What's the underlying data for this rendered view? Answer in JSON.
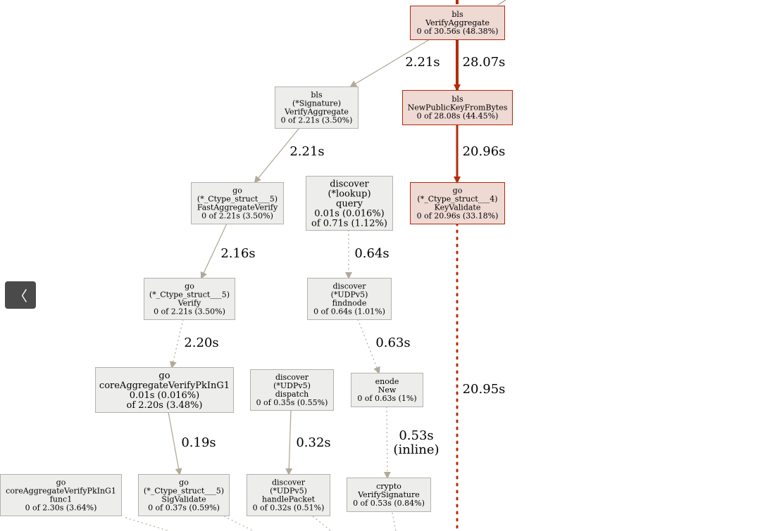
{
  "colors": {
    "hot_fill": "#eed9d3",
    "hot_stroke": "#b2290c",
    "cold_fill": "#ededec",
    "cold_stroke": "#b2b2aa",
    "edge_hot": "#b22c0b",
    "edge_cold": "#b2aa99"
  },
  "collapse_button": {
    "icon": "chevron-left-icon",
    "glyph": "〈"
  },
  "nodes": [
    {
      "id": "bls_VerifyAggregate",
      "lines": [
        "bls",
        "VerifyAggregate",
        "0 of 30.56s (48.38%)"
      ],
      "hot": true
    },
    {
      "id": "bls_Signature_VerifyAggregate",
      "lines": [
        "bls",
        "(*Signature)",
        "VerifyAggregate",
        "0 of 2.21s (3.50%)"
      ],
      "hot": false
    },
    {
      "id": "bls_NewPublicKeyFromBytes",
      "lines": [
        "bls",
        "NewPublicKeyFromBytes",
        "0 of 28.08s (44.45%)"
      ],
      "hot": true
    },
    {
      "id": "go_FastAggregateVerify",
      "lines": [
        "go",
        "(*_Ctype_struct___5)",
        "FastAggregateVerify",
        "0 of 2.21s (3.50%)"
      ],
      "hot": false
    },
    {
      "id": "discover_lookup_query",
      "lines": [
        "discover",
        "(*lookup)",
        "query",
        "0.01s (0.016%)",
        "of 0.71s (1.12%)"
      ],
      "hot": false
    },
    {
      "id": "go_KeyValidate",
      "lines": [
        "go",
        "(*_Ctype_struct___4)",
        "KeyValidate",
        "0 of 20.96s (33.18%)"
      ],
      "hot": true
    },
    {
      "id": "go_Verify",
      "lines": [
        "go",
        "(*_Ctype_struct___5)",
        "Verify",
        "0 of 2.21s (3.50%)"
      ],
      "hot": false
    },
    {
      "id": "discover_findnode",
      "lines": [
        "discover",
        "(*UDPv5)",
        "findnode",
        "0 of 0.64s (1.01%)"
      ],
      "hot": false
    },
    {
      "id": "go_coreAggregateVerifyPkInG1",
      "lines": [
        "go",
        "coreAggregateVerifyPkInG1",
        "0.01s (0.016%)",
        "of 2.20s (3.48%)"
      ],
      "hot": false
    },
    {
      "id": "discover_dispatch",
      "lines": [
        "discover",
        "(*UDPv5)",
        "dispatch",
        "0 of 0.35s (0.55%)"
      ],
      "hot": false
    },
    {
      "id": "enode_New",
      "lines": [
        "enode",
        "New",
        "0 of 0.63s (1%)"
      ],
      "hot": false
    },
    {
      "id": "go_coreAggregateVerifyPkInG1_func1",
      "lines": [
        "go",
        "coreAggregateVerifyPkInG1",
        "func1",
        "0 of 2.30s (3.64%)"
      ],
      "hot": false
    },
    {
      "id": "go_SigValidate",
      "lines": [
        "go",
        "(*_Ctype_struct___5)",
        "SigValidate",
        "0 of 0.37s (0.59%)"
      ],
      "hot": false
    },
    {
      "id": "discover_handlePacket",
      "lines": [
        "discover",
        "(*UDPv5)",
        "handlePacket",
        "0 of 0.32s (0.51%)"
      ],
      "hot": false
    },
    {
      "id": "crypto_VerifySignature",
      "lines": [
        "crypto",
        "VerifySignature",
        "0 of 0.53s (0.84%)"
      ],
      "hot": false
    }
  ],
  "edges": [
    {
      "from": "bls_VerifyAggregate",
      "to": "bls_Signature_VerifyAggregate",
      "label": [
        "2.21s"
      ],
      "hot": false,
      "dashed": false
    },
    {
      "from": "bls_VerifyAggregate",
      "to": "bls_NewPublicKeyFromBytes",
      "label": [
        "28.07s"
      ],
      "hot": true,
      "dashed": false
    },
    {
      "from": "bls_Signature_VerifyAggregate",
      "to": "go_FastAggregateVerify",
      "label": [
        "2.21s"
      ],
      "hot": false,
      "dashed": false
    },
    {
      "from": "bls_NewPublicKeyFromBytes",
      "to": "go_KeyValidate",
      "label": [
        "20.96s"
      ],
      "hot": true,
      "dashed": false
    },
    {
      "from": "go_FastAggregateVerify",
      "to": "go_Verify",
      "label": [
        "2.16s"
      ],
      "hot": false,
      "dashed": false
    },
    {
      "from": "discover_lookup_query",
      "to": "discover_findnode",
      "label": [
        "0.64s"
      ],
      "hot": false,
      "dashed": true
    },
    {
      "from": "go_Verify",
      "to": "go_coreAggregateVerifyPkInG1",
      "label": [
        "2.20s"
      ],
      "hot": false,
      "dashed": true
    },
    {
      "from": "discover_findnode",
      "to": "enode_New",
      "label": [
        "0.63s"
      ],
      "hot": false,
      "dashed": true
    },
    {
      "from": "go_KeyValidate",
      "to": "offscreen_below",
      "label": [
        "20.95s"
      ],
      "hot": true,
      "dashed": true
    },
    {
      "from": "go_coreAggregateVerifyPkInG1",
      "to": "go_SigValidate",
      "label": [
        "0.19s"
      ],
      "hot": false,
      "dashed": false
    },
    {
      "from": "discover_dispatch",
      "to": "discover_handlePacket",
      "label": [
        "0.32s"
      ],
      "hot": false,
      "dashed": false
    },
    {
      "from": "enode_New",
      "to": "crypto_VerifySignature",
      "label": [
        "0.53s",
        "(inline)"
      ],
      "hot": false,
      "dashed": true
    }
  ]
}
